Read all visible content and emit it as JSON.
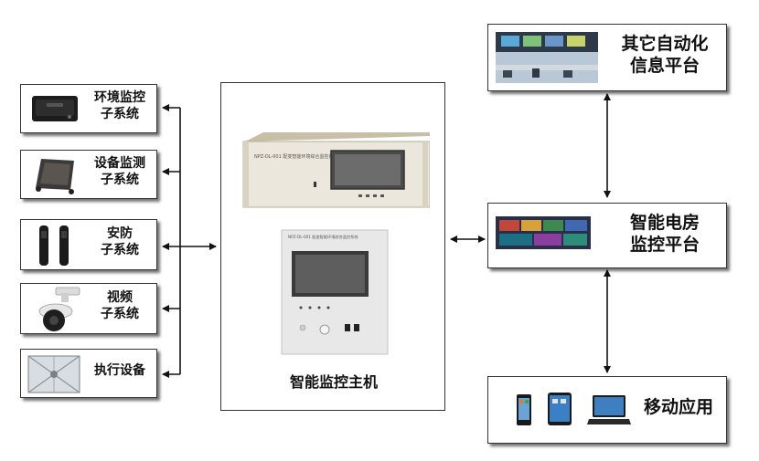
{
  "subsystems": [
    {
      "line1": "环境监控",
      "line2": "子系统",
      "icon": "environment-sensor-icon"
    },
    {
      "line1": "设备监测",
      "line2": "子系统",
      "icon": "device-monitor-icon"
    },
    {
      "line1": "安防",
      "line2": "子系统",
      "icon": "infrared-beam-icon"
    },
    {
      "line1": "视频",
      "line2": "子系统",
      "icon": "dome-camera-icon"
    },
    {
      "line1": "执行设备",
      "line2": "",
      "icon": "exhaust-fan-icon"
    }
  ],
  "host": {
    "label": "智能监控主机",
    "unit1_text": "NPZ-DL-001 配变智能环境综合监控系统",
    "unit2_text": "NPZ-DL-001 配变智能环境综合监控系统"
  },
  "other_platform": {
    "line1": "其它自动化",
    "line2": "信息平台"
  },
  "room_platform": {
    "line1": "智能电房",
    "line2": "监控平台"
  },
  "mobile": {
    "label": "移动应用"
  },
  "colors": {
    "border": "#333333",
    "arrow": "#111111"
  }
}
